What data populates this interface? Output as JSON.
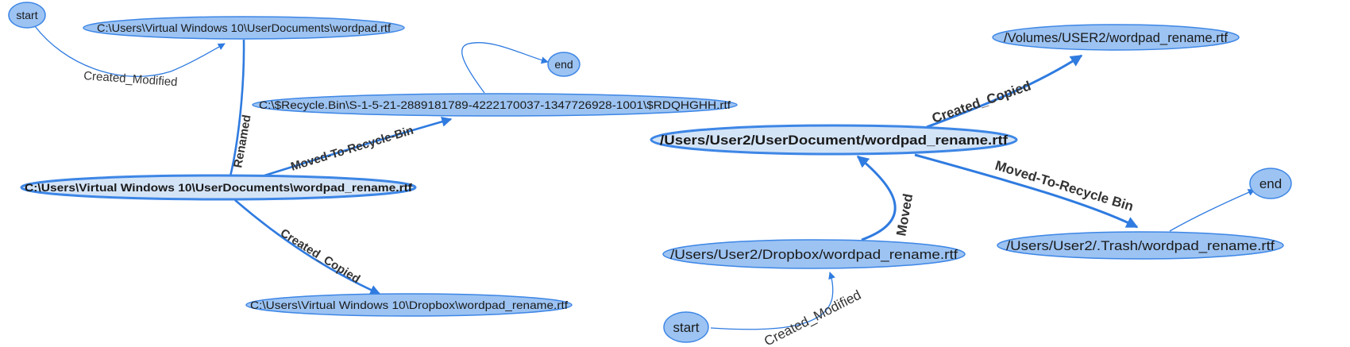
{
  "colors": {
    "edge": "#2f7be0",
    "node_fill": "#9cc3f2",
    "node_fill_focus": "#d4e4f7",
    "node_stroke": "#3d86e6",
    "text": "#1a1a1a"
  },
  "left_graph": {
    "nodes": {
      "start": "start",
      "wordpad": "C:\\Users\\Virtual Windows 10\\UserDocuments\\wordpad.rtf",
      "end": "end",
      "recycle": "C:\\$Recycle.Bin\\S-1-5-21-2889181789-4222170037-1347726928-1001\\$RDQHGHH.rtf",
      "rename": "C:\\Users\\Virtual Windows 10\\UserDocuments\\wordpad_rename.rtf",
      "dropbox": "C:\\Users\\Virtual Windows 10\\Dropbox\\wordpad_rename.rtf"
    },
    "edges": {
      "created_modified": "Created_Modified",
      "renamed": "Renamed",
      "moved_to_recycle": "Moved-To-Recycle-Bin",
      "created_copied": "Created_Copied"
    }
  },
  "right_graph": {
    "nodes": {
      "volumes": "/Volumes/USER2/wordpad_rename.rtf",
      "userdoc": "/Users/User2/UserDocument/wordpad_rename.rtf",
      "end": "end",
      "trash": "/Users/User2/.Trash/wordpad_rename.rtf",
      "dropbox": "/Users/User2/Dropbox/wordpad_rename.rtf",
      "start": "start"
    },
    "edges": {
      "created_copied": "Created_Copied",
      "moved_to_recycle": "Moved-To-Recycle Bin",
      "moved": "Moved",
      "created_modified": "Created_Modified"
    }
  }
}
